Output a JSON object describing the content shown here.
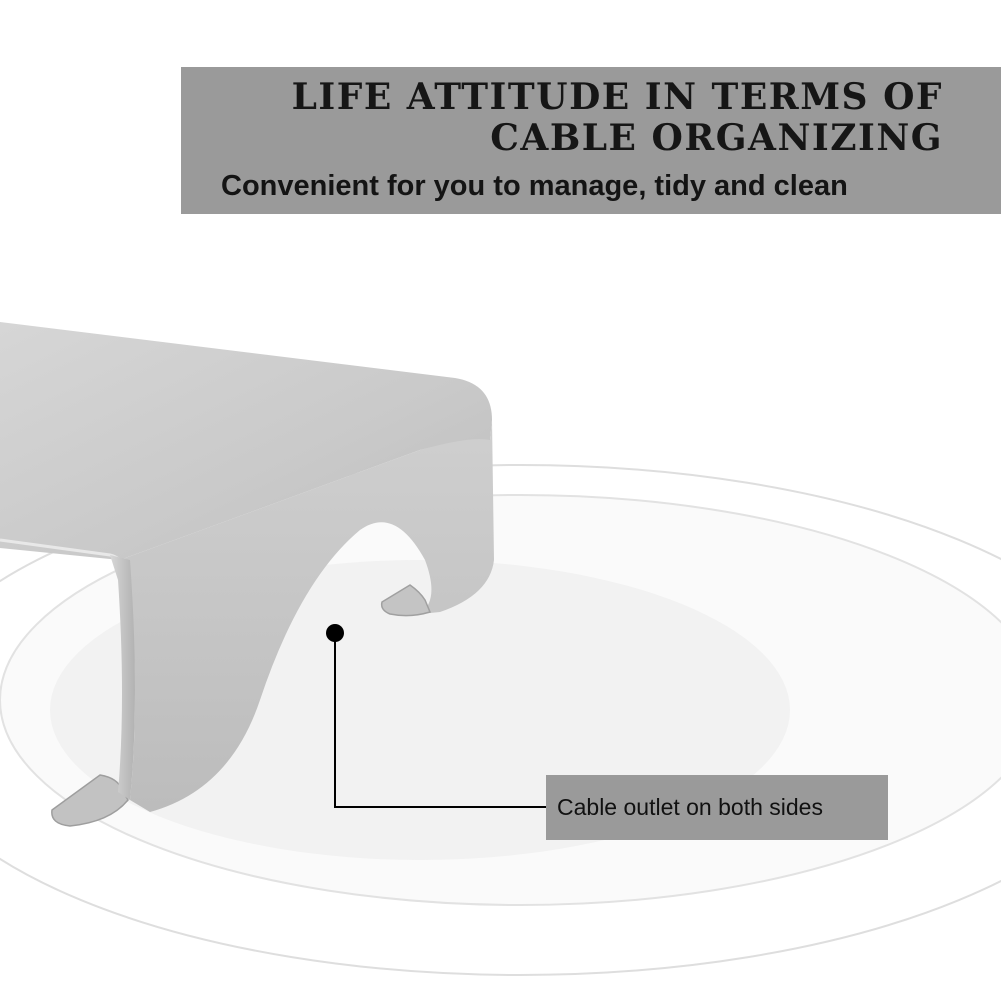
{
  "banner": {
    "title": "LIFE ATTITUDE IN TERMS OF CABLE ORGANIZING",
    "subtitle": "Convenient for you to manage, tidy and clean"
  },
  "callout": {
    "label": "Cable outlet on both sides"
  },
  "colors": {
    "banner_bg": "#9a9a9a",
    "stand_metal": "#c8c8c8",
    "ring_stroke": "#dcdcdc"
  }
}
